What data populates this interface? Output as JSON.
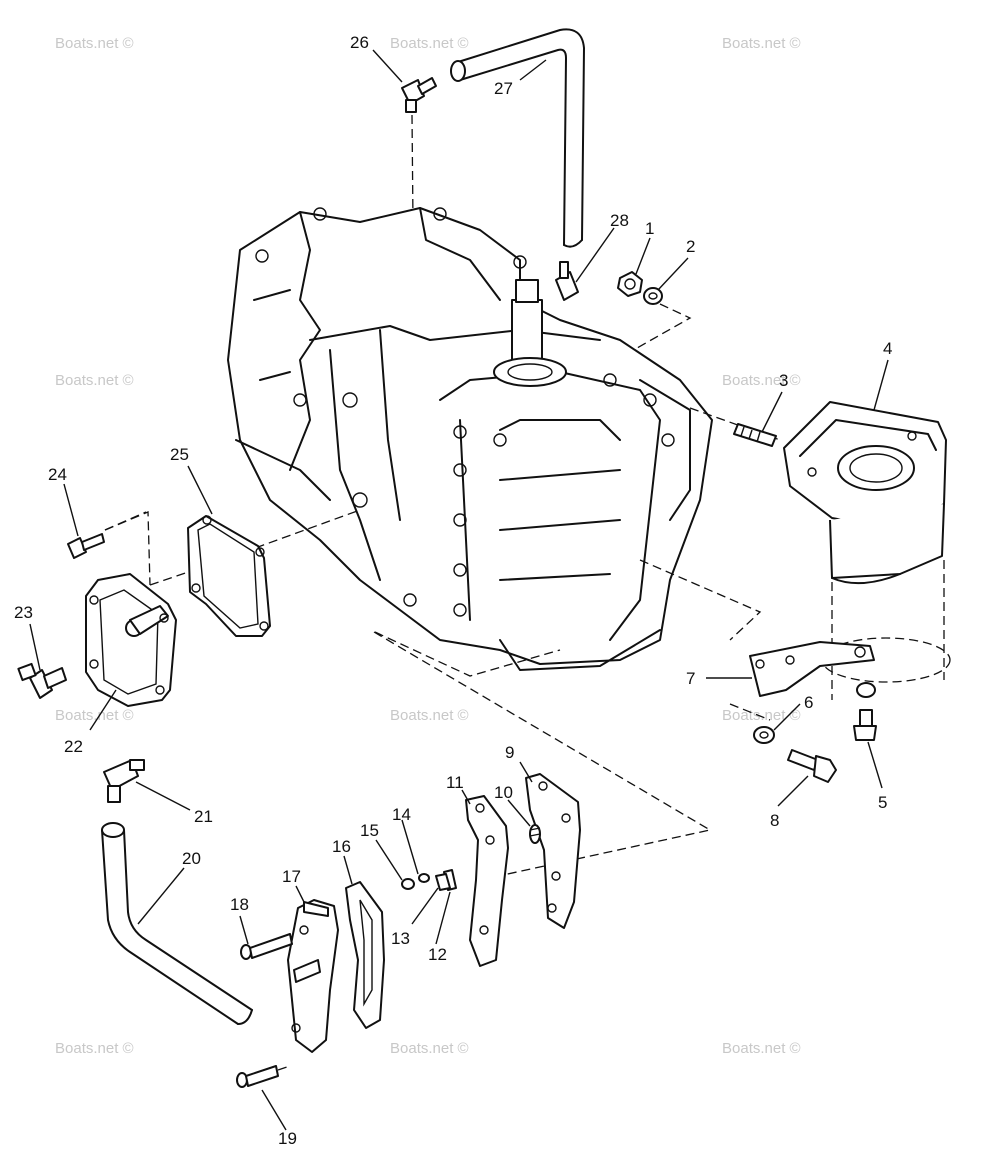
{
  "watermark": "Boats.net ©",
  "callouts": {
    "c1": "1",
    "c2": "2",
    "c3": "3",
    "c4": "4",
    "c5": "5",
    "c6": "6",
    "c7": "7",
    "c8": "8",
    "c9": "9",
    "c10": "10",
    "c11": "11",
    "c12": "12",
    "c13": "13",
    "c14": "14",
    "c15": "15",
    "c16": "16",
    "c17": "17",
    "c18": "18",
    "c19": "19",
    "c20": "20",
    "c21": "21",
    "c22": "22",
    "c23": "23",
    "c24": "24",
    "c25": "25",
    "c26": "26",
    "c27": "27",
    "c28": "28"
  }
}
